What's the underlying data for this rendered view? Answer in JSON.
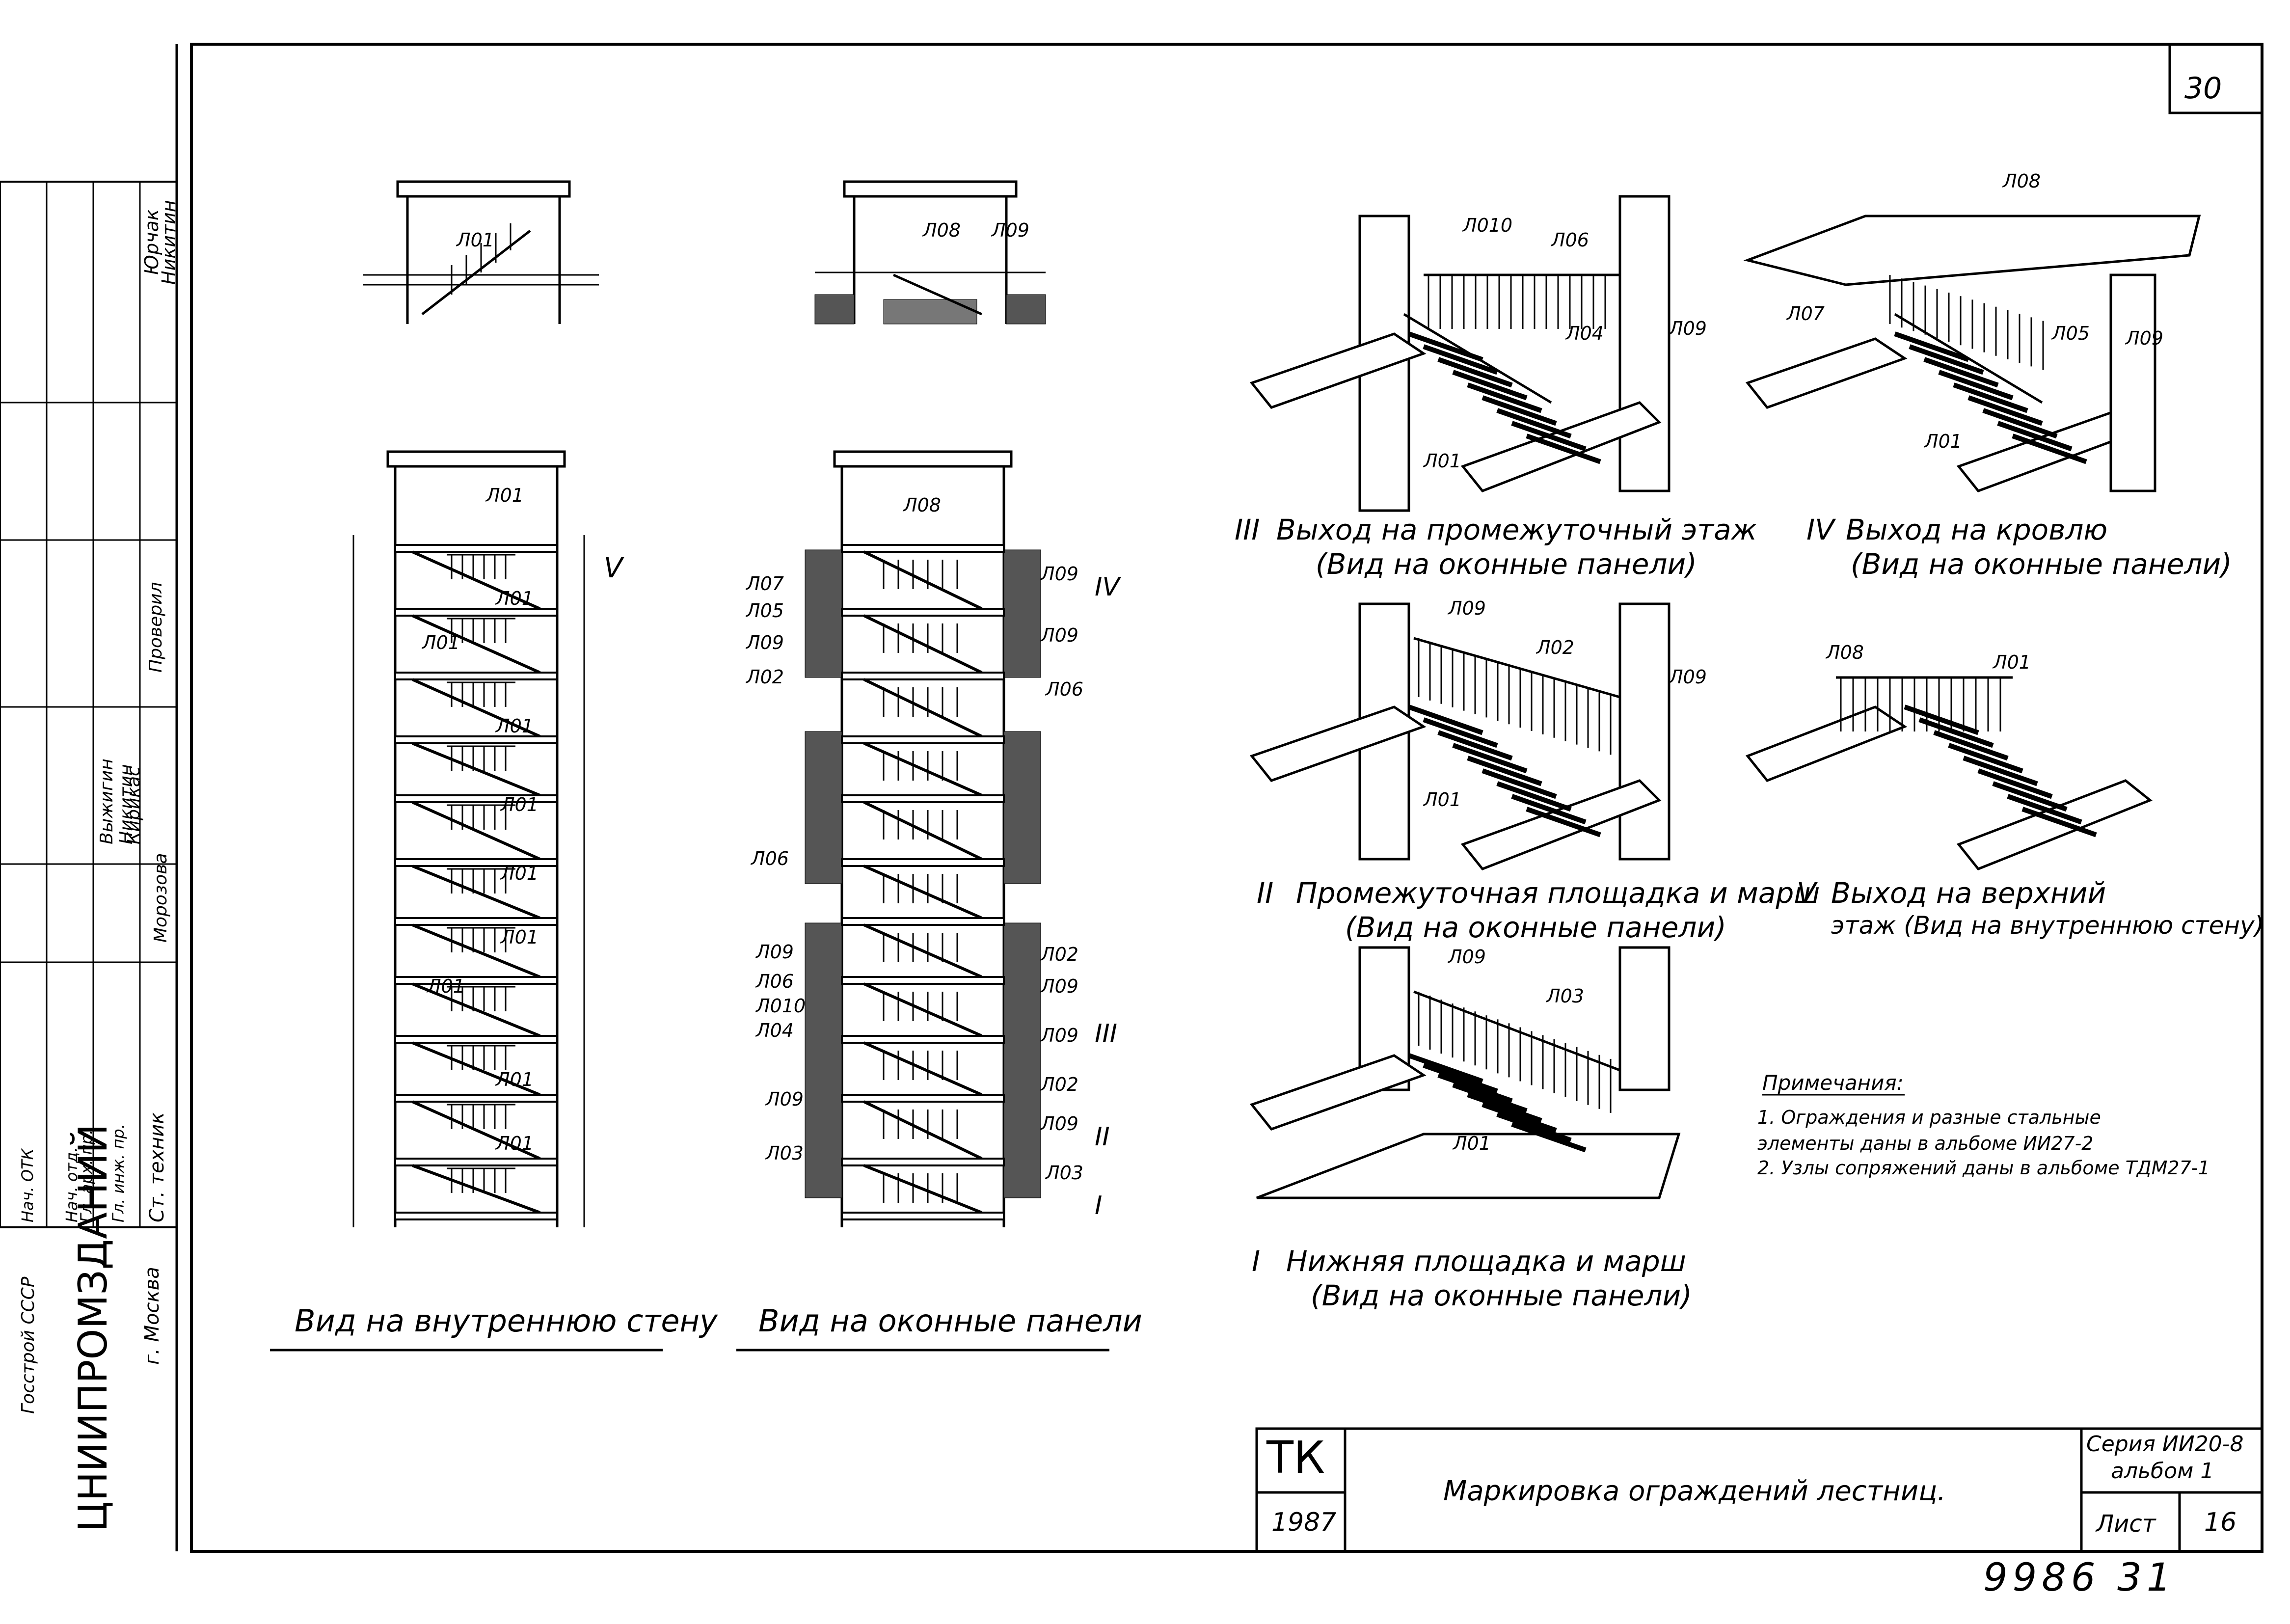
{
  "sheet": {
    "page_number": "30",
    "bottom_number": "9986 31",
    "org_lines": [
      "Госстрой СССР",
      "ЦНИИПРОМЗДАНИЙ",
      "г. Москва"
    ]
  },
  "approval_table": {
    "roles": [
      "Нач. отд.",
      "Гл. арх. пр.",
      "Гл. инж. пр.",
      "Ст. техник"
    ],
    "role_header": "Нач. ОТК",
    "top_cells": [
      "Юрчак",
      "Никитин"
    ],
    "checked_label": "Проверил",
    "names": [
      "Выжигин",
      "Никитин",
      "Кирикас",
      "Морозова"
    ]
  },
  "views": {
    "inner_wall_caption": "Вид на внутреннюю стену",
    "window_caption": "Вид на оконные панели",
    "inner_roman": "V",
    "window_roman_marks": [
      "IV",
      "III",
      "II",
      "I"
    ],
    "inner_labels": [
      "Л01",
      "Л01",
      "Л01",
      "Л01",
      "Л01",
      "Л01",
      "Л01",
      "Л01",
      "Л01",
      "Л01"
    ],
    "top_small_left_label": "Л01",
    "top_small_right_labels": [
      "Л08",
      "Л09"
    ],
    "window_left_labels": [
      "Л07",
      "Л05",
      "Л09",
      "Л02",
      "Л06",
      "Л09",
      "Л06",
      "Л010",
      "Л04",
      "Л09",
      "Л03"
    ],
    "window_right_labels": [
      "Л09",
      "Л09",
      "Л06",
      "Л02",
      "Л09",
      "Л09",
      "Л02",
      "Л09",
      "Л03"
    ],
    "window_top_label": "Л08"
  },
  "details": {
    "d3": {
      "roman": "III",
      "caption1": "Выход на промежуточный этаж",
      "caption2": "(Вид на оконные панели)",
      "labels": [
        "Л010",
        "Л06",
        "Л04",
        "Л09",
        "Л01"
      ]
    },
    "d4": {
      "roman": "IV",
      "caption1": "Выход на кровлю",
      "caption2": "(Вид на оконные панели)",
      "labels": [
        "Л08",
        "Л07",
        "Л05",
        "Л09",
        "Л01"
      ]
    },
    "d2": {
      "roman": "II",
      "caption1": "Промежуточная площадка и марш",
      "caption2": "(Вид на оконные панели)",
      "labels": [
        "Л09",
        "Л02",
        "Л09",
        "Л01"
      ]
    },
    "d5": {
      "roman": "V",
      "caption1": "Выход на верхний",
      "caption2": "этаж (Вид на внутреннюю стену)",
      "labels": [
        "Л08",
        "Л01"
      ]
    },
    "d1": {
      "roman": "I",
      "caption1": "Нижняя площадка и марш",
      "caption2": "(Вид на оконные панели)",
      "labels": [
        "Л09",
        "Л03",
        "Л01"
      ]
    }
  },
  "notes": {
    "title": "Примечания:",
    "items": [
      "1. Ограждения и разные стальные элементы даны в альбоме ИИ27-2",
      "2. Узлы сопряжений даны в альбоме ТДМ27-1"
    ]
  },
  "title_block": {
    "tk": "ТК",
    "year": "1987",
    "title": "Маркировка ограждений лестниц.",
    "series": "Серия ИИ20-8",
    "album": "альбом 1",
    "sheet_label": "Лист",
    "sheet_number": "16"
  }
}
